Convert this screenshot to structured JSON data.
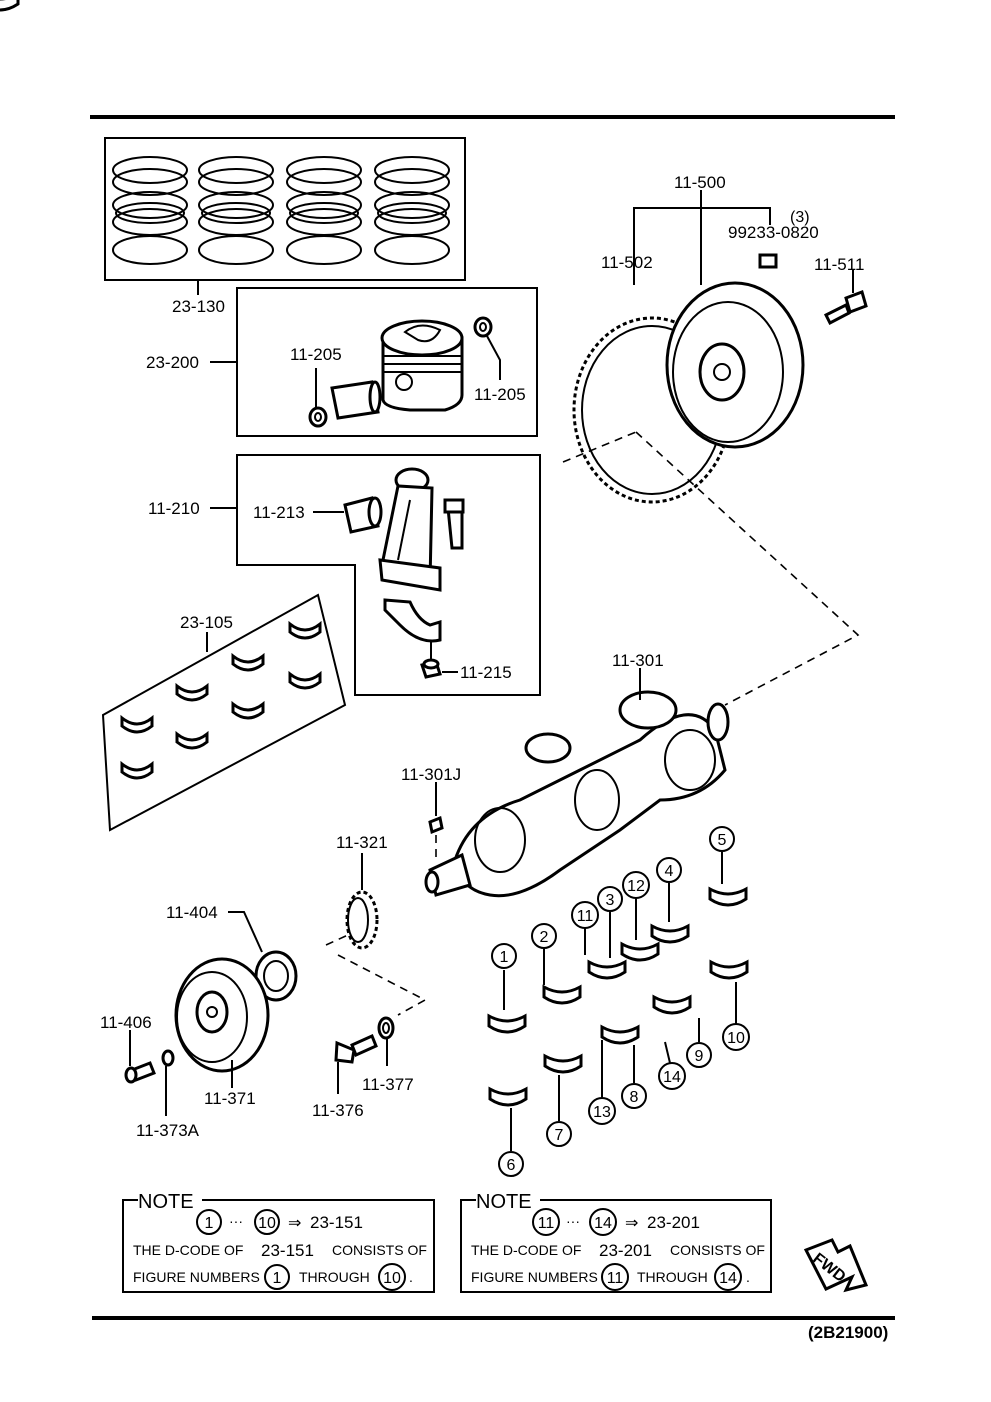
{
  "labels": {
    "ring_set": "23-130",
    "piston_set": "23-200",
    "pin_clip_left": "11-205",
    "pin_clip_right": "11-205",
    "conrod_set": "11-210",
    "conrod_bush": "11-213",
    "conrod_nut": "11-215",
    "bearing_set": "23-105",
    "flywheel": "11-500",
    "dowel_pin": "99233-0820",
    "dowel_qty": "(3)",
    "ring_gear": "11-502",
    "flywheel_bolt": "11-511",
    "crankshaft": "11-301",
    "crank_key": "11-301J",
    "timing_pulley": "11-321",
    "pulley_plate": "11-404",
    "pulley_bolt": "11-406",
    "pulley": "11-371",
    "pulley_washer": "11-373A",
    "pulley_lock_bolt": "11-376",
    "pulley_lock_washer": "11-377"
  },
  "bearing_numbers": [
    "1",
    "2",
    "3",
    "4",
    "5",
    "6",
    "7",
    "8",
    "9",
    "10",
    "11",
    "12",
    "13",
    "14"
  ],
  "notes": [
    {
      "heading": "NOTE",
      "range_start": "1",
      "range_end": "10",
      "ellipsis": "···",
      "arrow": "⇒",
      "code": "23-151",
      "line2_prefix": "THE D-CODE OF",
      "line2_code": "23-151",
      "line2_suffix": "CONSISTS OF",
      "line3_prefix": "FIGURE NUMBERS",
      "line3_mid": "THROUGH",
      "line3_end": "."
    },
    {
      "heading": "NOTE",
      "range_start": "11",
      "range_end": "14",
      "ellipsis": "···",
      "arrow": "⇒",
      "code": "23-201",
      "line2_prefix": "THE D-CODE OF",
      "line2_code": "23-201",
      "line2_suffix": "CONSISTS OF",
      "line3_prefix": "FIGURE NUMBERS",
      "line3_mid": "THROUGH",
      "line3_end": "."
    }
  ],
  "fwd_label": "FWD",
  "figure_code": "(2B21900)"
}
